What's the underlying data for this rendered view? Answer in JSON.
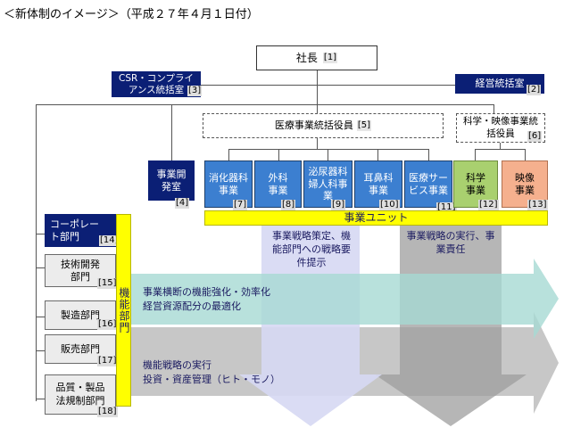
{
  "header": {
    "caption": "＜新体制のイメージ＞（平成２７年４月１日付）"
  },
  "top": {
    "president": "社長",
    "president_num": "[1]"
  },
  "csr": {
    "label": "CSR・コンプライアンス統括室",
    "num": "[3]"
  },
  "mgmt": {
    "label": "経営統括室",
    "num": "[2]"
  },
  "medical_exec": {
    "label": "医療事業統括役員",
    "num": "[5]"
  },
  "science_exec": {
    "label": "科学・映像事業統括役員",
    "num": "[6]"
  },
  "biz_dev": {
    "label": "事業開発室",
    "num": "[4]"
  },
  "units": [
    {
      "label": "消化器科事業",
      "num": "[7]"
    },
    {
      "label": "外科事業",
      "num": "[8]"
    },
    {
      "label": "泌尿器科婦人科事業",
      "num": "[9]"
    },
    {
      "label": "耳鼻科事業",
      "num": "[10]"
    },
    {
      "label": "医療サービス事業",
      "num": "[11]"
    },
    {
      "label": "科学事業",
      "num": "[12]"
    },
    {
      "label": "映像事業",
      "num": "[13]"
    }
  ],
  "unit_bar": {
    "label": "事業ユニット"
  },
  "functions": [
    {
      "label": "コーポレート部門",
      "num": "[14]"
    },
    {
      "label": "技術開発部門",
      "num": "[15]"
    },
    {
      "label": "製造部門",
      "num": "[16]"
    },
    {
      "label": "販売部門",
      "num": "[17]"
    },
    {
      "label": "品質・製品法規制部門",
      "num": "[18]"
    }
  ],
  "func_bar": {
    "label": "機能部門"
  },
  "arrows": {
    "down_left": "事業戦略策定、機能部門への戦略要件提示",
    "down_right": "事業戦略の実行、事業責任",
    "right_top_line1": "事業横断の機能強化・効率化",
    "right_top_line2": "経営資源配分の最適化",
    "right_bottom_line1": "機能戦略の実行",
    "right_bottom_line2": "投資・資産管理（ヒト・モノ）"
  },
  "colors": {
    "navy": "#0b1f75",
    "blue": "#3c7fd0",
    "green": "#a9d06f",
    "orange": "#f5b08e",
    "yellow": "#ffff00",
    "teal_arrow": "#a6d9d3",
    "gray_arrow": "#bdbdbd",
    "lavender_arrow": "#d6d8f3"
  }
}
